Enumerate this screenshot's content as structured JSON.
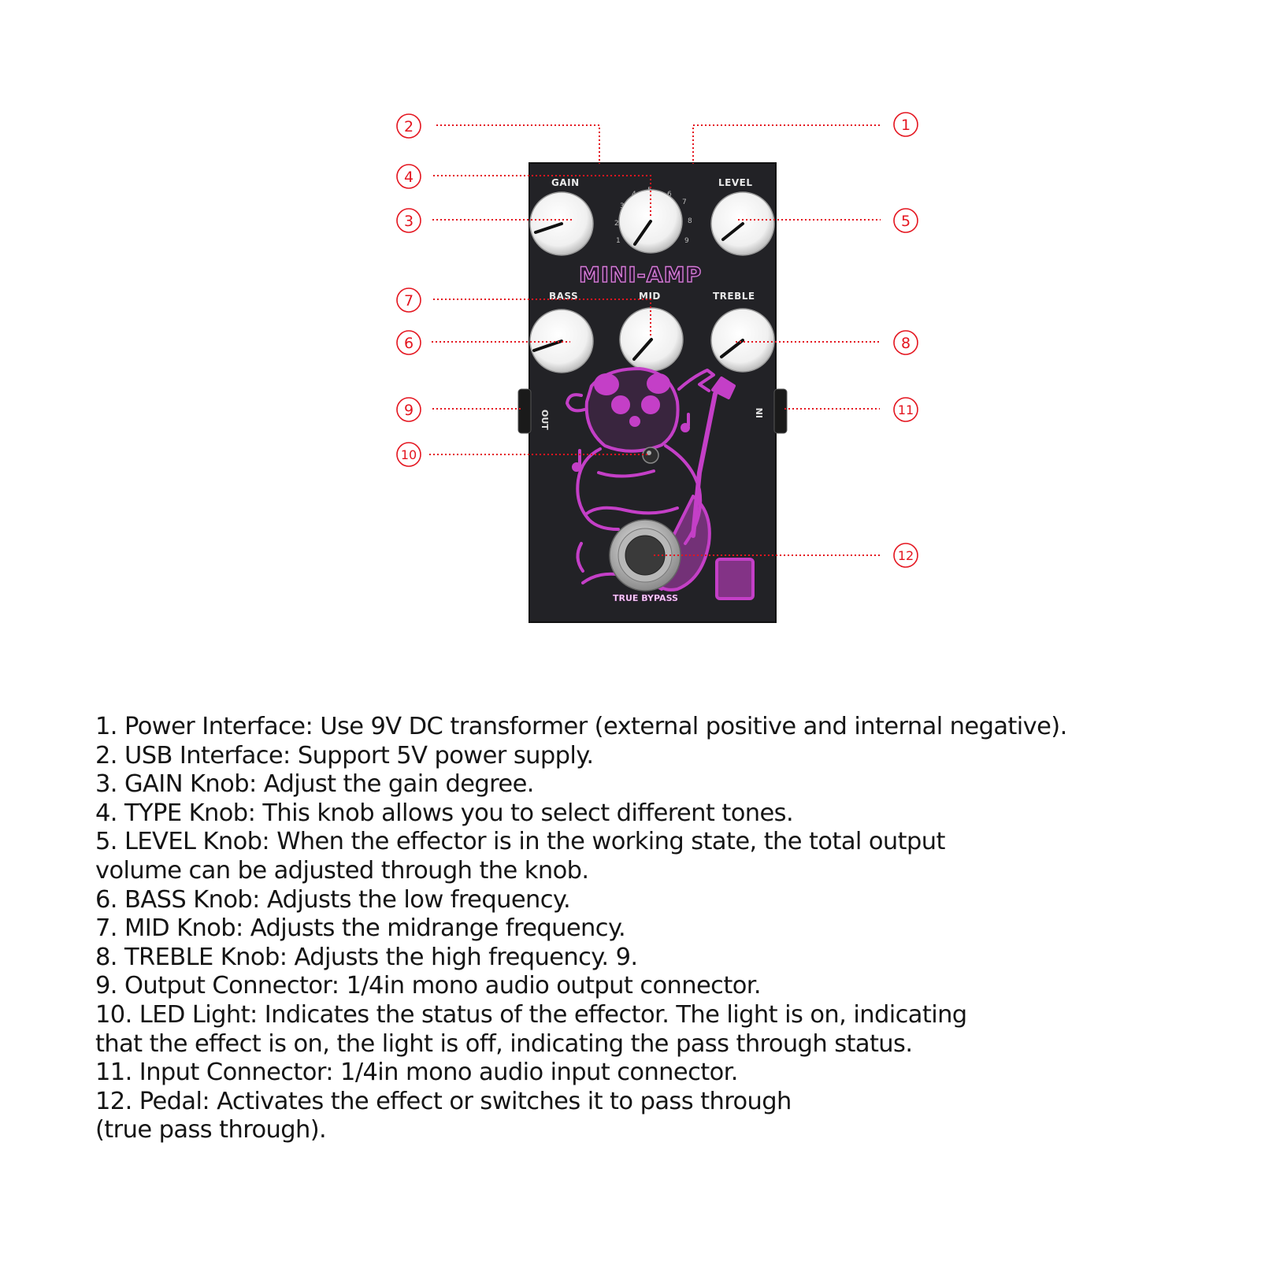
{
  "pedal": {
    "brand": "MINI-AMP",
    "knobs": {
      "gain": "GAIN",
      "level": "LEVEL",
      "bass": "BASS",
      "mid": "MID",
      "treble": "TREBLE"
    },
    "type_scale": [
      "1",
      "2",
      "3",
      "4",
      "5",
      "6",
      "7",
      "8",
      "9"
    ],
    "jacks": {
      "out": "OUT",
      "in": "IN"
    },
    "footer": "TRUE BYPASS",
    "colors": {
      "body": "#222226",
      "art": "#c43fc7",
      "callout": "#e4151f",
      "knob": "#f4f4f4"
    }
  },
  "callouts": [
    "1",
    "2",
    "3",
    "4",
    "5",
    "6",
    "7",
    "8",
    "9",
    "10",
    "11",
    "12"
  ],
  "legend": [
    "1. Power Interface: Use 9V DC transformer (external positive and internal negative).",
    "2. USB Interface: Support 5V power supply.",
    "3. GAIN Knob: Adjust the gain degree.",
    "4. TYPE Knob: This knob allows you to select different tones.",
    "5. LEVEL Knob: When the effector is in the working state, the total output",
    "volume can be adjusted through the knob.",
    "6. BASS Knob: Adjusts the low frequency.",
    "7. MID Knob: Adjusts the midrange frequency.",
    "8. TREBLE Knob: Adjusts the high frequency. 9.",
    "9. Output Connector: 1/4in mono audio output connector.",
    "10. LED Light: Indicates the status of the effector. The light is on, indicating",
    "that the effect is on, the light is off, indicating the pass through status.",
    "11. Input Connector: 1/4in mono audio input connector.",
    "12. Pedal: Activates the effect or switches it to pass through",
    "(true pass through)."
  ]
}
